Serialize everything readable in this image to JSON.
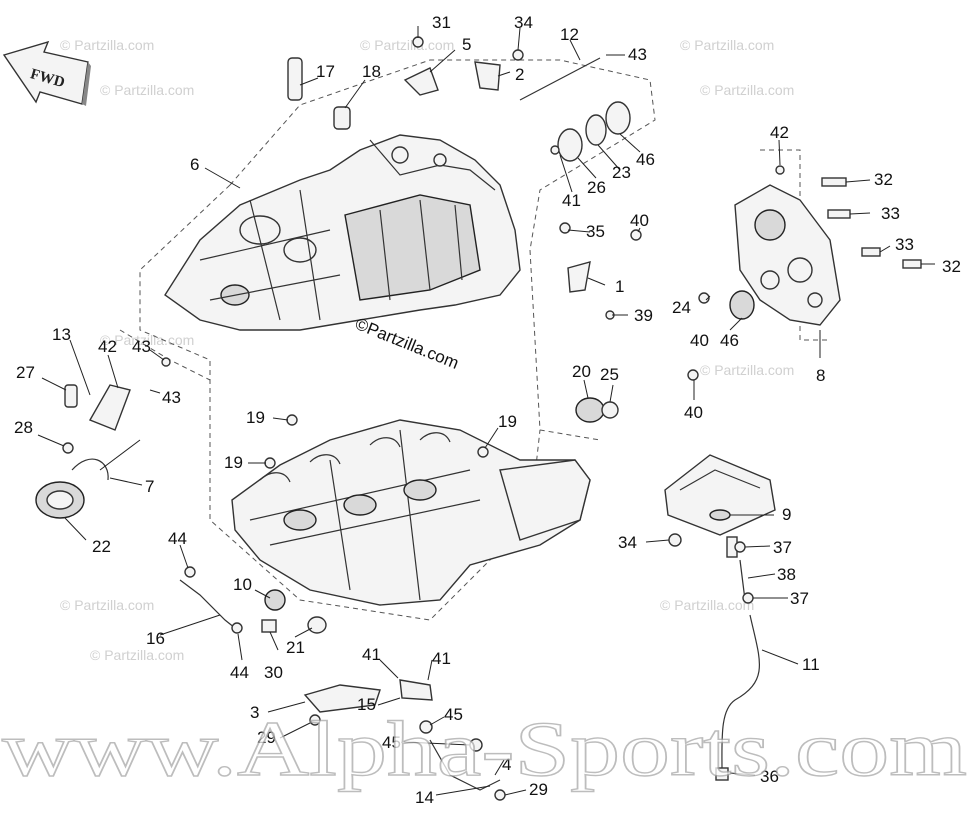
{
  "direction_label": "FWD",
  "watermark_small": "© Partzilla.com",
  "watermark_center": "©Partzilla.com",
  "watermark_large": "www.Alpha-Sports.com",
  "callouts": [
    {
      "id": "c1",
      "text": "1"
    },
    {
      "id": "c2",
      "text": "2"
    },
    {
      "id": "c3",
      "text": "3"
    },
    {
      "id": "c4",
      "text": "4"
    },
    {
      "id": "c5",
      "text": "5"
    },
    {
      "id": "c6",
      "text": "6"
    },
    {
      "id": "c7",
      "text": "7"
    },
    {
      "id": "c8",
      "text": "8"
    },
    {
      "id": "c9",
      "text": "9"
    },
    {
      "id": "c10",
      "text": "10"
    },
    {
      "id": "c11",
      "text": "11"
    },
    {
      "id": "c12",
      "text": "12"
    },
    {
      "id": "c13",
      "text": "13"
    },
    {
      "id": "c14",
      "text": "14"
    },
    {
      "id": "c15",
      "text": "15"
    },
    {
      "id": "c16",
      "text": "16"
    },
    {
      "id": "c17",
      "text": "17"
    },
    {
      "id": "c18",
      "text": "18"
    },
    {
      "id": "c19a",
      "text": "19"
    },
    {
      "id": "c19b",
      "text": "19"
    },
    {
      "id": "c19c",
      "text": "19"
    },
    {
      "id": "c20",
      "text": "20"
    },
    {
      "id": "c21",
      "text": "21"
    },
    {
      "id": "c22",
      "text": "22"
    },
    {
      "id": "c23",
      "text": "23"
    },
    {
      "id": "c24",
      "text": "24"
    },
    {
      "id": "c25",
      "text": "25"
    },
    {
      "id": "c26",
      "text": "26"
    },
    {
      "id": "c27",
      "text": "27"
    },
    {
      "id": "c28",
      "text": "28"
    },
    {
      "id": "c29a",
      "text": "29"
    },
    {
      "id": "c29b",
      "text": "29"
    },
    {
      "id": "c30",
      "text": "30"
    },
    {
      "id": "c31",
      "text": "31"
    },
    {
      "id": "c32a",
      "text": "32"
    },
    {
      "id": "c32b",
      "text": "32"
    },
    {
      "id": "c33a",
      "text": "33"
    },
    {
      "id": "c33b",
      "text": "33"
    },
    {
      "id": "c34a",
      "text": "34"
    },
    {
      "id": "c34b",
      "text": "34"
    },
    {
      "id": "c35",
      "text": "35"
    },
    {
      "id": "c36",
      "text": "36"
    },
    {
      "id": "c37a",
      "text": "37"
    },
    {
      "id": "c37b",
      "text": "37"
    },
    {
      "id": "c38",
      "text": "38"
    },
    {
      "id": "c39",
      "text": "39"
    },
    {
      "id": "c40a",
      "text": "40"
    },
    {
      "id": "c40b",
      "text": "40"
    },
    {
      "id": "c40c",
      "text": "40"
    },
    {
      "id": "c41a",
      "text": "41"
    },
    {
      "id": "c41b",
      "text": "41"
    },
    {
      "id": "c41c",
      "text": "41"
    },
    {
      "id": "c42a",
      "text": "42"
    },
    {
      "id": "c42b",
      "text": "42"
    },
    {
      "id": "c43a",
      "text": "43"
    },
    {
      "id": "c43b",
      "text": "43"
    },
    {
      "id": "c43c",
      "text": "43"
    },
    {
      "id": "c44a",
      "text": "44"
    },
    {
      "id": "c44b",
      "text": "44"
    },
    {
      "id": "c45a",
      "text": "45"
    },
    {
      "id": "c45b",
      "text": "45"
    },
    {
      "id": "c46a",
      "text": "46"
    },
    {
      "id": "c46b",
      "text": "46"
    }
  ]
}
